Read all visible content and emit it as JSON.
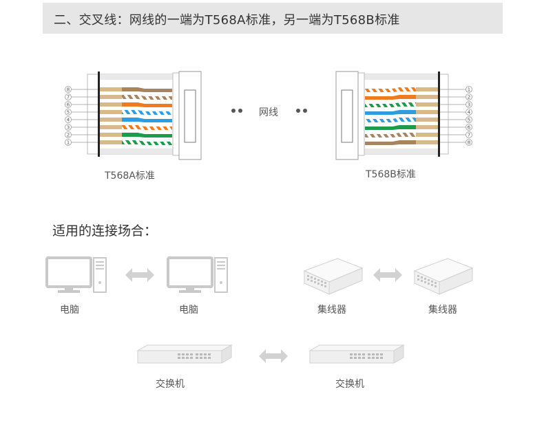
{
  "header": {
    "title": "二、交叉线：网线的一端为T568A标准，另一端为T568B标准"
  },
  "left_connector": {
    "label": "T568A标准",
    "pins": [
      "8",
      "7",
      "6",
      "5",
      "4",
      "3",
      "2",
      "1"
    ],
    "wires": [
      {
        "color": "#a9825e",
        "striped": false
      },
      {
        "color": "#a9825e",
        "striped": true
      },
      {
        "color": "#f07b1c",
        "striped": false
      },
      {
        "color": "#2d9de0",
        "striped": true
      },
      {
        "color": "#2d9de0",
        "striped": false
      },
      {
        "color": "#f07b1c",
        "striped": true
      },
      {
        "color": "#1e9a4b",
        "striped": false
      },
      {
        "color": "#1e9a4b",
        "striped": true
      }
    ]
  },
  "cable": {
    "label": "网线"
  },
  "right_connector": {
    "label": "T568B标准",
    "pins": [
      "1",
      "2",
      "3",
      "4",
      "5",
      "6",
      "7",
      "8"
    ],
    "wires": [
      {
        "color": "#f07b1c",
        "striped": true
      },
      {
        "color": "#f07b1c",
        "striped": false
      },
      {
        "color": "#1e9a4b",
        "striped": true
      },
      {
        "color": "#2d9de0",
        "striped": false
      },
      {
        "color": "#2d9de0",
        "striped": true
      },
      {
        "color": "#1e9a4b",
        "striped": false
      },
      {
        "color": "#a9825e",
        "striped": true
      },
      {
        "color": "#a9825e",
        "striped": false
      }
    ]
  },
  "usage": {
    "title": "适用的连接场合：",
    "pairs": [
      {
        "left": "电脑",
        "right": "电脑",
        "icon": "computer-icon"
      },
      {
        "left": "集线器",
        "right": "集线器",
        "icon": "hub-icon"
      },
      {
        "left": "交换机",
        "right": "交换机",
        "icon": "switch-icon"
      }
    ]
  },
  "colors": {
    "header_bg": "#e6e6e6",
    "arrow": "#d2d2d2",
    "device": "#c9c9c9"
  }
}
